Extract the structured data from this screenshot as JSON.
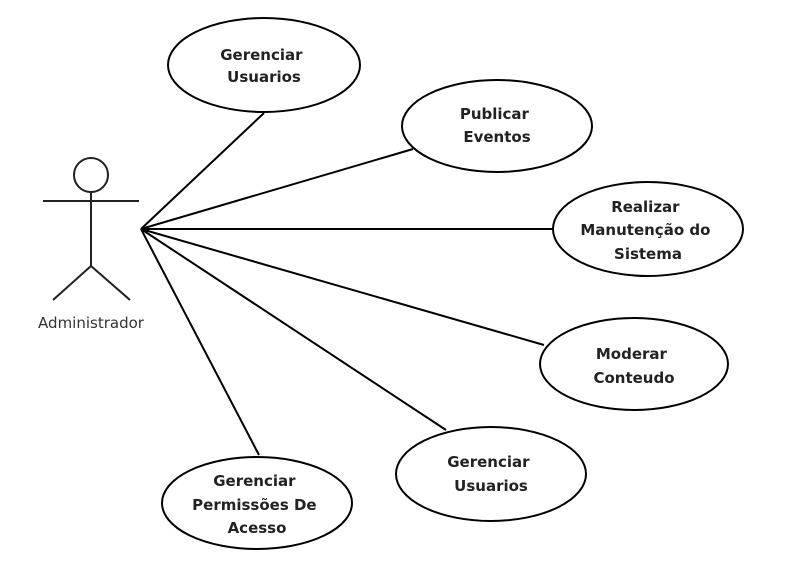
{
  "actor": {
    "name": "Administrador"
  },
  "use_cases": [
    {
      "id": "gerenciar-usuarios-top",
      "lines": [
        "Gerenciar",
        "Usuarios"
      ]
    },
    {
      "id": "publicar-eventos",
      "lines": [
        "Publicar",
        "Eventos"
      ]
    },
    {
      "id": "realizar-manutencao",
      "lines": [
        "Realizar",
        "Manutenção do",
        "Sistema"
      ]
    },
    {
      "id": "moderar-conteudo",
      "lines": [
        "Moderar",
        "Conteudo"
      ]
    },
    {
      "id": "gerenciar-usuarios-bottom",
      "lines": [
        "Gerenciar",
        "Usuarios"
      ]
    },
    {
      "id": "gerenciar-permissoes",
      "lines": [
        "Gerenciar",
        "Permissões De",
        "Acesso"
      ]
    }
  ]
}
